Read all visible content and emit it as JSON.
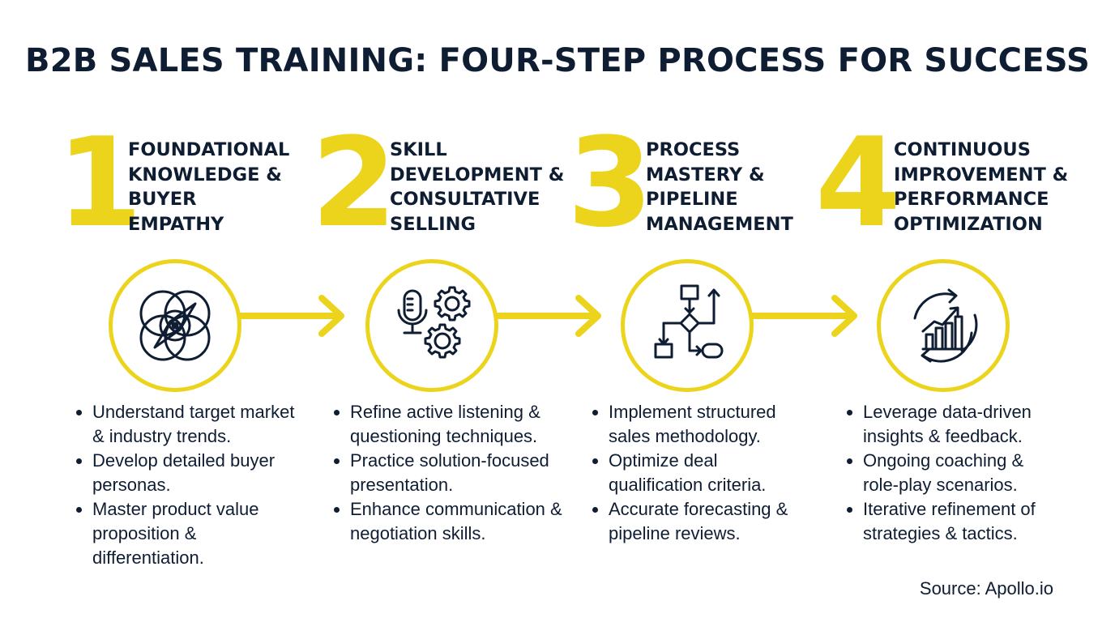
{
  "title": "B2B SALES TRAINING: FOUR-STEP PROCESS FOR SUCCESS",
  "accent_color": "#ecd41c",
  "text_color": "#0f1d33",
  "steps": [
    {
      "number": "1",
      "heading": [
        "FOUNDATIONAL",
        "KNOWLEDGE &",
        "BUYER",
        "EMPATHY"
      ],
      "icon": "compass-venn-icon",
      "bullets": [
        "Understand target market & industry trends.",
        "Develop detailed buyer personas.",
        "Master product value proposition & differentiation."
      ]
    },
    {
      "number": "2",
      "heading": [
        "SKILL",
        "DEVELOPMENT &",
        "CONSULTATIVE",
        "SELLING"
      ],
      "icon": "microphone-gears-icon",
      "bullets": [
        "Refine active listening & questioning techniques.",
        "Practice solution-focused presentation.",
        "Enhance communication & negotiation skills."
      ]
    },
    {
      "number": "3",
      "heading": [
        "PROCESS",
        "MASTERY &",
        "PIPELINE",
        "MANAGEMENT"
      ],
      "icon": "flowchart-icon",
      "bullets": [
        "Implement structured sales methodology.",
        "Optimize deal qualification criteria.",
        "Accurate forecasting & pipeline reviews."
      ]
    },
    {
      "number": "4",
      "heading": [
        "CONTINUOUS",
        "IMPROVEMENT &",
        "PERFORMANCE",
        "OPTIMIZATION"
      ],
      "icon": "growth-cycle-icon",
      "bullets": [
        "Leverage data-driven insights & feedback.",
        "Ongoing coaching & role-play scenarios.",
        "Iterative refinement of strategies & tactics."
      ]
    }
  ],
  "source": "Source: Apollo.io"
}
